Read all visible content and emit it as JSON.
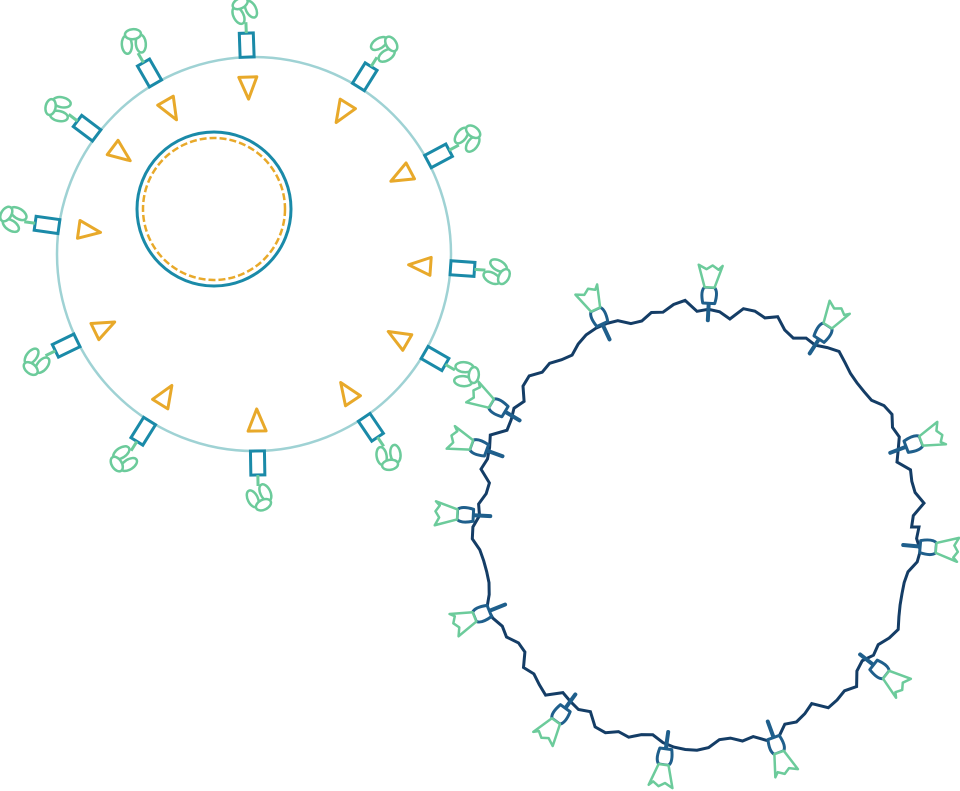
{
  "diagram": {
    "title": "",
    "labels": [],
    "colors": {
      "membrane_outer": "#9fd2d4",
      "core_ring": "#1a8aa8",
      "core_dashed": "#e8a92a",
      "receptor_box": "#1a8aa8",
      "ligand_triangle": "#e8a92a",
      "ligand_cluster": "#6ccb9b",
      "cell_outline": "#143d66",
      "cell_receptor": "#1f5f8c",
      "cell_receptor_tip": "#6ccb9b"
    },
    "icons": [
      "virion",
      "host-cell",
      "spike-receptor",
      "ligand-cluster",
      "cell-surface-receptor"
    ]
  }
}
